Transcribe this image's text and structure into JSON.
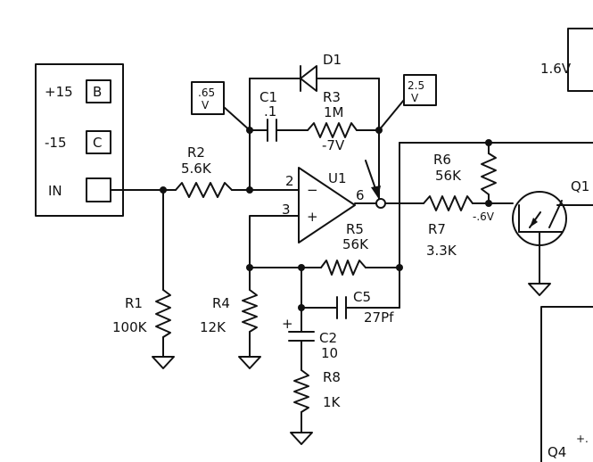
{
  "power_block": {
    "plus15": "+15",
    "plus15_pin": "B",
    "minus15": "-15",
    "minus15_pin": "C",
    "in": "IN"
  },
  "test_points": {
    "inv_input": ".65\nV",
    "output": "2.5\nV",
    "right_box": "1.6V"
  },
  "voltages": {
    "out_note": "-7V",
    "base_note": "-.6V",
    "q4_note": "+."
  },
  "components": {
    "d1": "D1",
    "c1_name": "C1",
    "c1_value": ".1",
    "r3_name": "R3",
    "r3_value": "1M",
    "r2_name": "R2",
    "r2_value": "5.6K",
    "u1": "U1",
    "pin2": "2",
    "pin3": "3",
    "pin6": "6",
    "minus": "−",
    "plus": "+",
    "r5_name": "R5",
    "r5_value": "56K",
    "r6_name": "R6",
    "r6_value": "56K",
    "r7_name": "R7",
    "r7_value": "3.3K",
    "q1": "Q1",
    "r1_name": "R1",
    "r1_value": "100K",
    "r4_name": "R4",
    "r4_value": "12K",
    "c5_name": "C5",
    "c5_value": "27Pf",
    "c2_plus": "+",
    "c2_name": "C2",
    "c2_value": "10",
    "r8_name": "R8",
    "r8_value": "1K",
    "q4": "Q4"
  }
}
